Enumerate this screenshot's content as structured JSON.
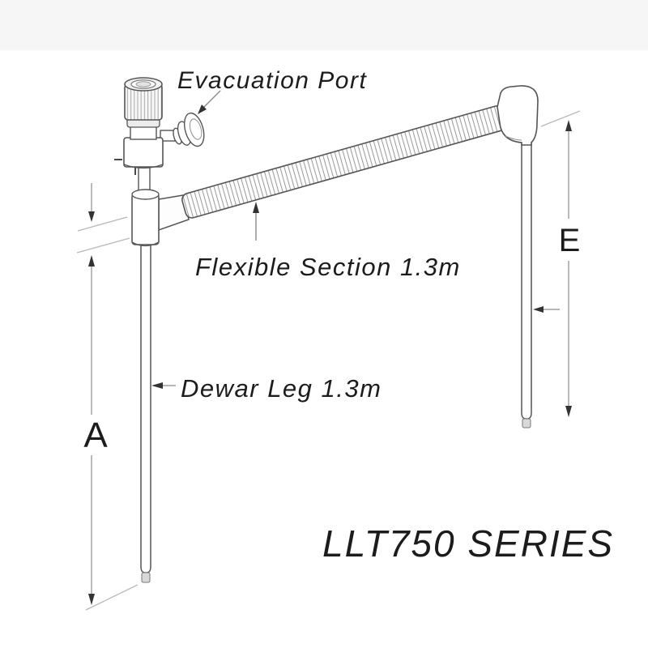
{
  "title": "LLT750 SERIES transfer line diagram",
  "labels": {
    "evacuation_port": "Evacuation Port",
    "flexible_section": "Flexible Section 1.3m",
    "dewar_leg": "Dewar Leg 1.3m",
    "series": "LLT750 SERIES"
  },
  "dimensions": {
    "a": "A",
    "e": "E"
  },
  "colors": {
    "line": "#555555",
    "rib": "#9a9a9a",
    "dimension_line": "#9e9e9e",
    "extension_line": "#b8b8b8",
    "arrowhead": "#333333",
    "text": "#1c1c1c",
    "cap_fill": "#d8d8d8",
    "top_band": "#f6f6f6",
    "background": "#ffffff"
  }
}
